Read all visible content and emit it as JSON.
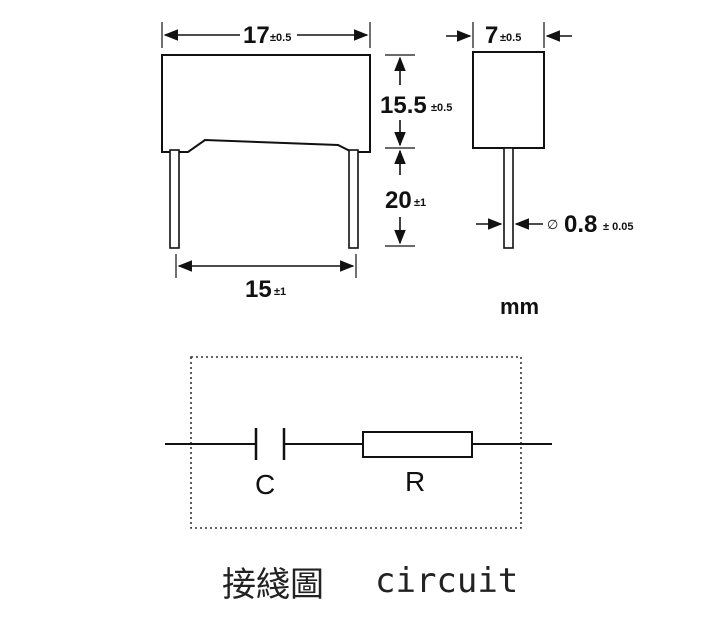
{
  "drawing": {
    "front_width": {
      "value": "17",
      "tolerance": "±0.5"
    },
    "body_height": {
      "value": "15.5",
      "tolerance": "±0.5"
    },
    "lead_length": {
      "value": "20",
      "tolerance": "±1"
    },
    "lead_spacing": {
      "value": "15",
      "tolerance": "±1"
    },
    "side_thickness": {
      "value": "7",
      "tolerance": "±0.5"
    },
    "lead_diameter": {
      "symbol": "∅",
      "value": "0.8",
      "tolerance": "± 0.05"
    },
    "unit": "mm"
  },
  "circuit": {
    "capacitor_label": "C",
    "resistor_label": "R",
    "caption_cjk": "接綫圖",
    "caption_en": "circuit"
  }
}
